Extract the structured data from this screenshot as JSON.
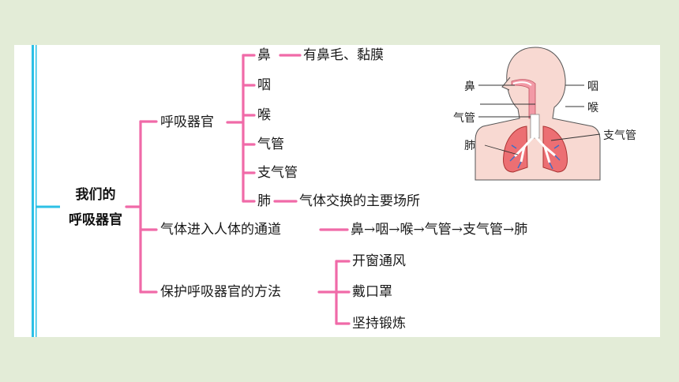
{
  "root": {
    "line1": "我们的",
    "line2": "呼吸器官"
  },
  "branches": {
    "organs": {
      "label": "呼吸器官",
      "items": {
        "nose": "鼻",
        "nose_note": "有鼻毛、黏膜",
        "pharynx": "咽",
        "larynx": "喉",
        "trachea": "气管",
        "bronchi": "支气管",
        "lung": "肺",
        "lung_note": "气体交换的主要场所"
      }
    },
    "path": {
      "label": "气体进入人体的通道",
      "sequence": "鼻→咽→喉→气管→支气管→肺"
    },
    "protect": {
      "label": "保护呼吸器官的方法",
      "items": [
        "开窗通风",
        "戴口罩",
        "坚持锻炼"
      ]
    }
  },
  "figure": {
    "labels": {
      "nose": "鼻",
      "pharynx": "咽",
      "larynx": "喉",
      "trachea": "气管",
      "lung": "肺",
      "bronchi": "支气管"
    }
  },
  "colors": {
    "connector": "#f06aa8",
    "accent_bar": "#2cc0e6",
    "background": "#e3ecd7",
    "card": "#ffffff",
    "skin": "#f8d9d2",
    "lung": "#ec6f73",
    "airway": "#ffffff",
    "vessel": "#3b6fc9"
  }
}
